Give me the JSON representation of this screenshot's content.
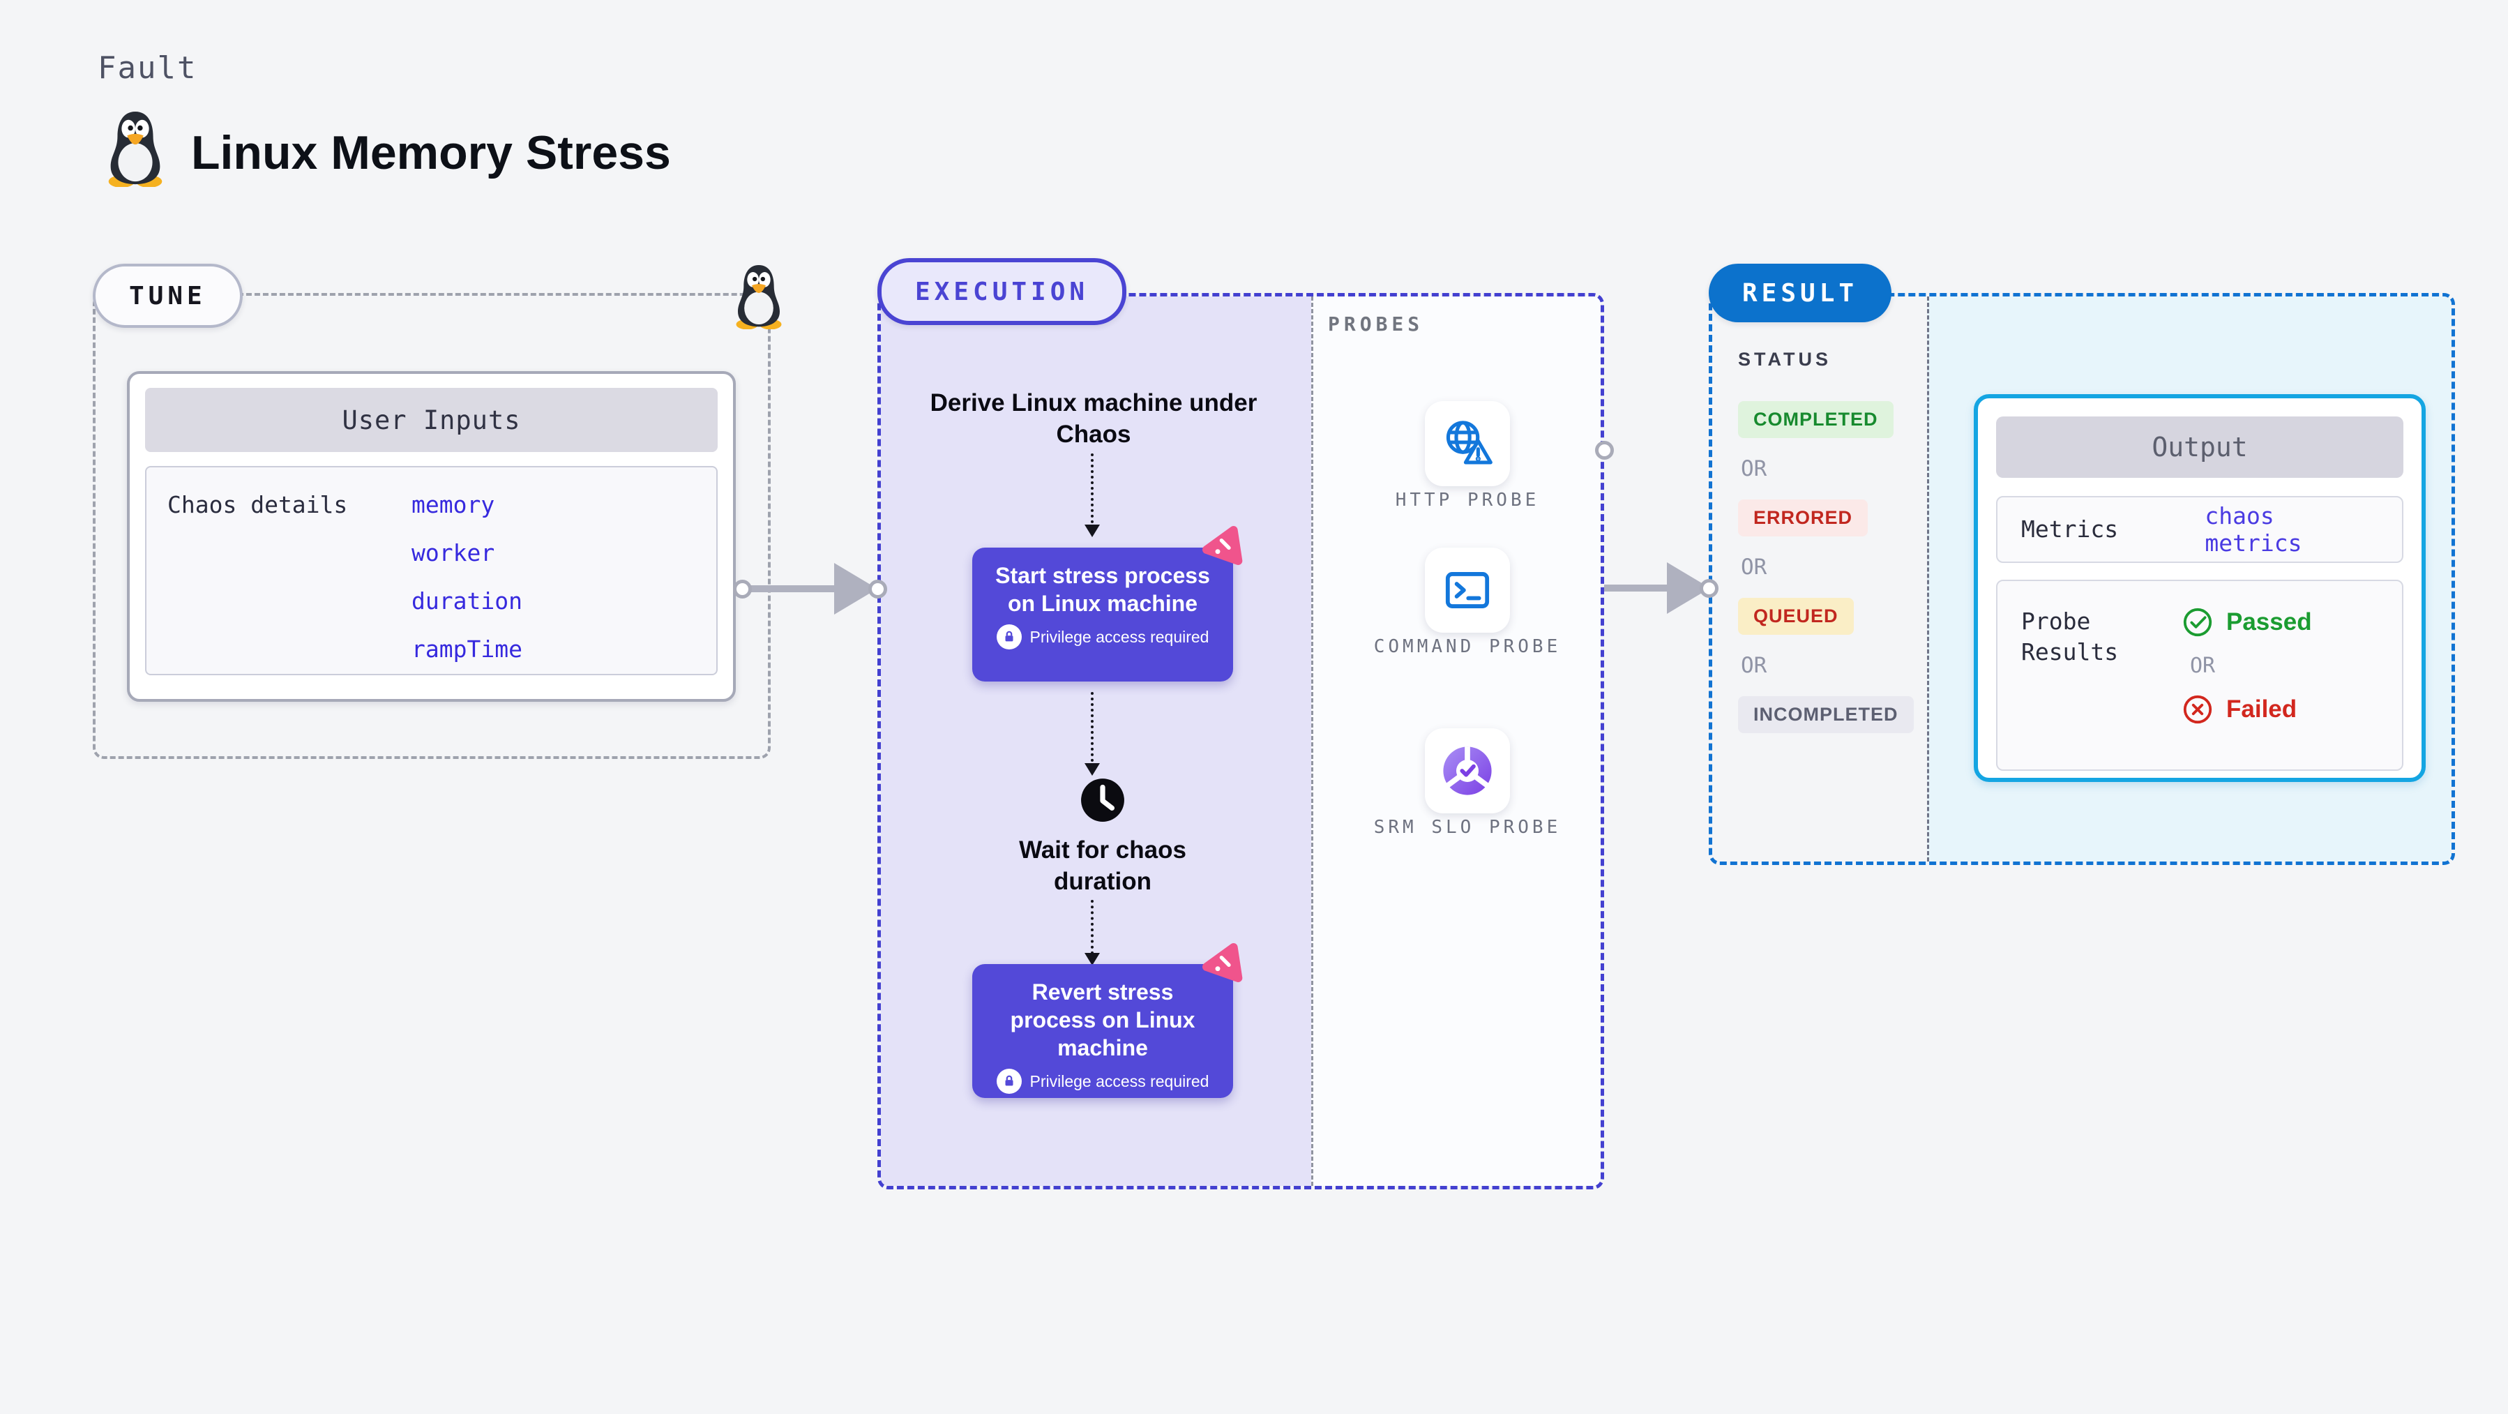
{
  "page": {
    "kicker": "Fault",
    "title": "Linux Memory Stress"
  },
  "tune": {
    "badge": "TUNE",
    "table": {
      "header": "User Inputs",
      "row_label": "Chaos details",
      "values": [
        "memory",
        "worker",
        "duration",
        "rampTime"
      ]
    }
  },
  "execution": {
    "badge": "EXECUTION",
    "derive_step": "Derive Linux machine under Chaos",
    "start_step": "Start stress process on Linux machine",
    "privilege_note": "Privilege access required",
    "wait_step": "Wait for chaos duration",
    "revert_step": "Revert stress process on Linux machine",
    "probes": {
      "label": "PROBES",
      "items": [
        {
          "label": "HTTP PROBE",
          "icon": "http-probe-icon"
        },
        {
          "label": "COMMAND PROBE",
          "icon": "command-probe-icon"
        },
        {
          "label": "SRM SLO PROBE",
          "icon": "srm-slo-probe-icon"
        }
      ]
    }
  },
  "result": {
    "badge": "RESULT",
    "status": {
      "label": "STATUS",
      "separator": "OR",
      "badges": [
        {
          "label": "COMPLETED",
          "type": "completed"
        },
        {
          "label": "ERRORED",
          "type": "errored"
        },
        {
          "label": "QUEUED",
          "type": "queued"
        },
        {
          "label": "INCOMPLETED",
          "type": "incompleted"
        }
      ]
    },
    "output": {
      "header": "Output",
      "metrics_label": "Metrics",
      "metrics_value": "chaos metrics",
      "probe_results_label": "Probe Results",
      "passed": "Passed",
      "separator": "OR",
      "failed": "Failed"
    }
  },
  "colors": {
    "page_bg": "#F4F5F7",
    "accent_indigo": "#4A44D3",
    "node_indigo": "#5349D8",
    "lavender_bg": "#E4E2F8",
    "value_blue": "#3629DE",
    "link_blue": "#4A3BE2",
    "result_badge_blue": "#0C72CC",
    "result_dash_blue": "#1173D2",
    "result_panel_bg": "#E7F5FB",
    "output_border_cyan": "#14A5E2",
    "probe_icon_blue": "#1377DB",
    "srm_purple": "#7B3FE4",
    "chaos_pink": "#F0548C",
    "passed_green": "#1B9C31",
    "failed_red": "#D2271E",
    "completed_bg": "#DFF3DD",
    "completed_text": "#178A2E",
    "errored_bg": "#FBE9E8",
    "errored_text": "#C1271F",
    "queued_bg": "#FAEEC6",
    "queued_text": "#C1271F",
    "incompleted_bg": "#E9E9F0",
    "incompleted_text": "#5C5F71",
    "arrow_gray": "#AFB1BF"
  }
}
